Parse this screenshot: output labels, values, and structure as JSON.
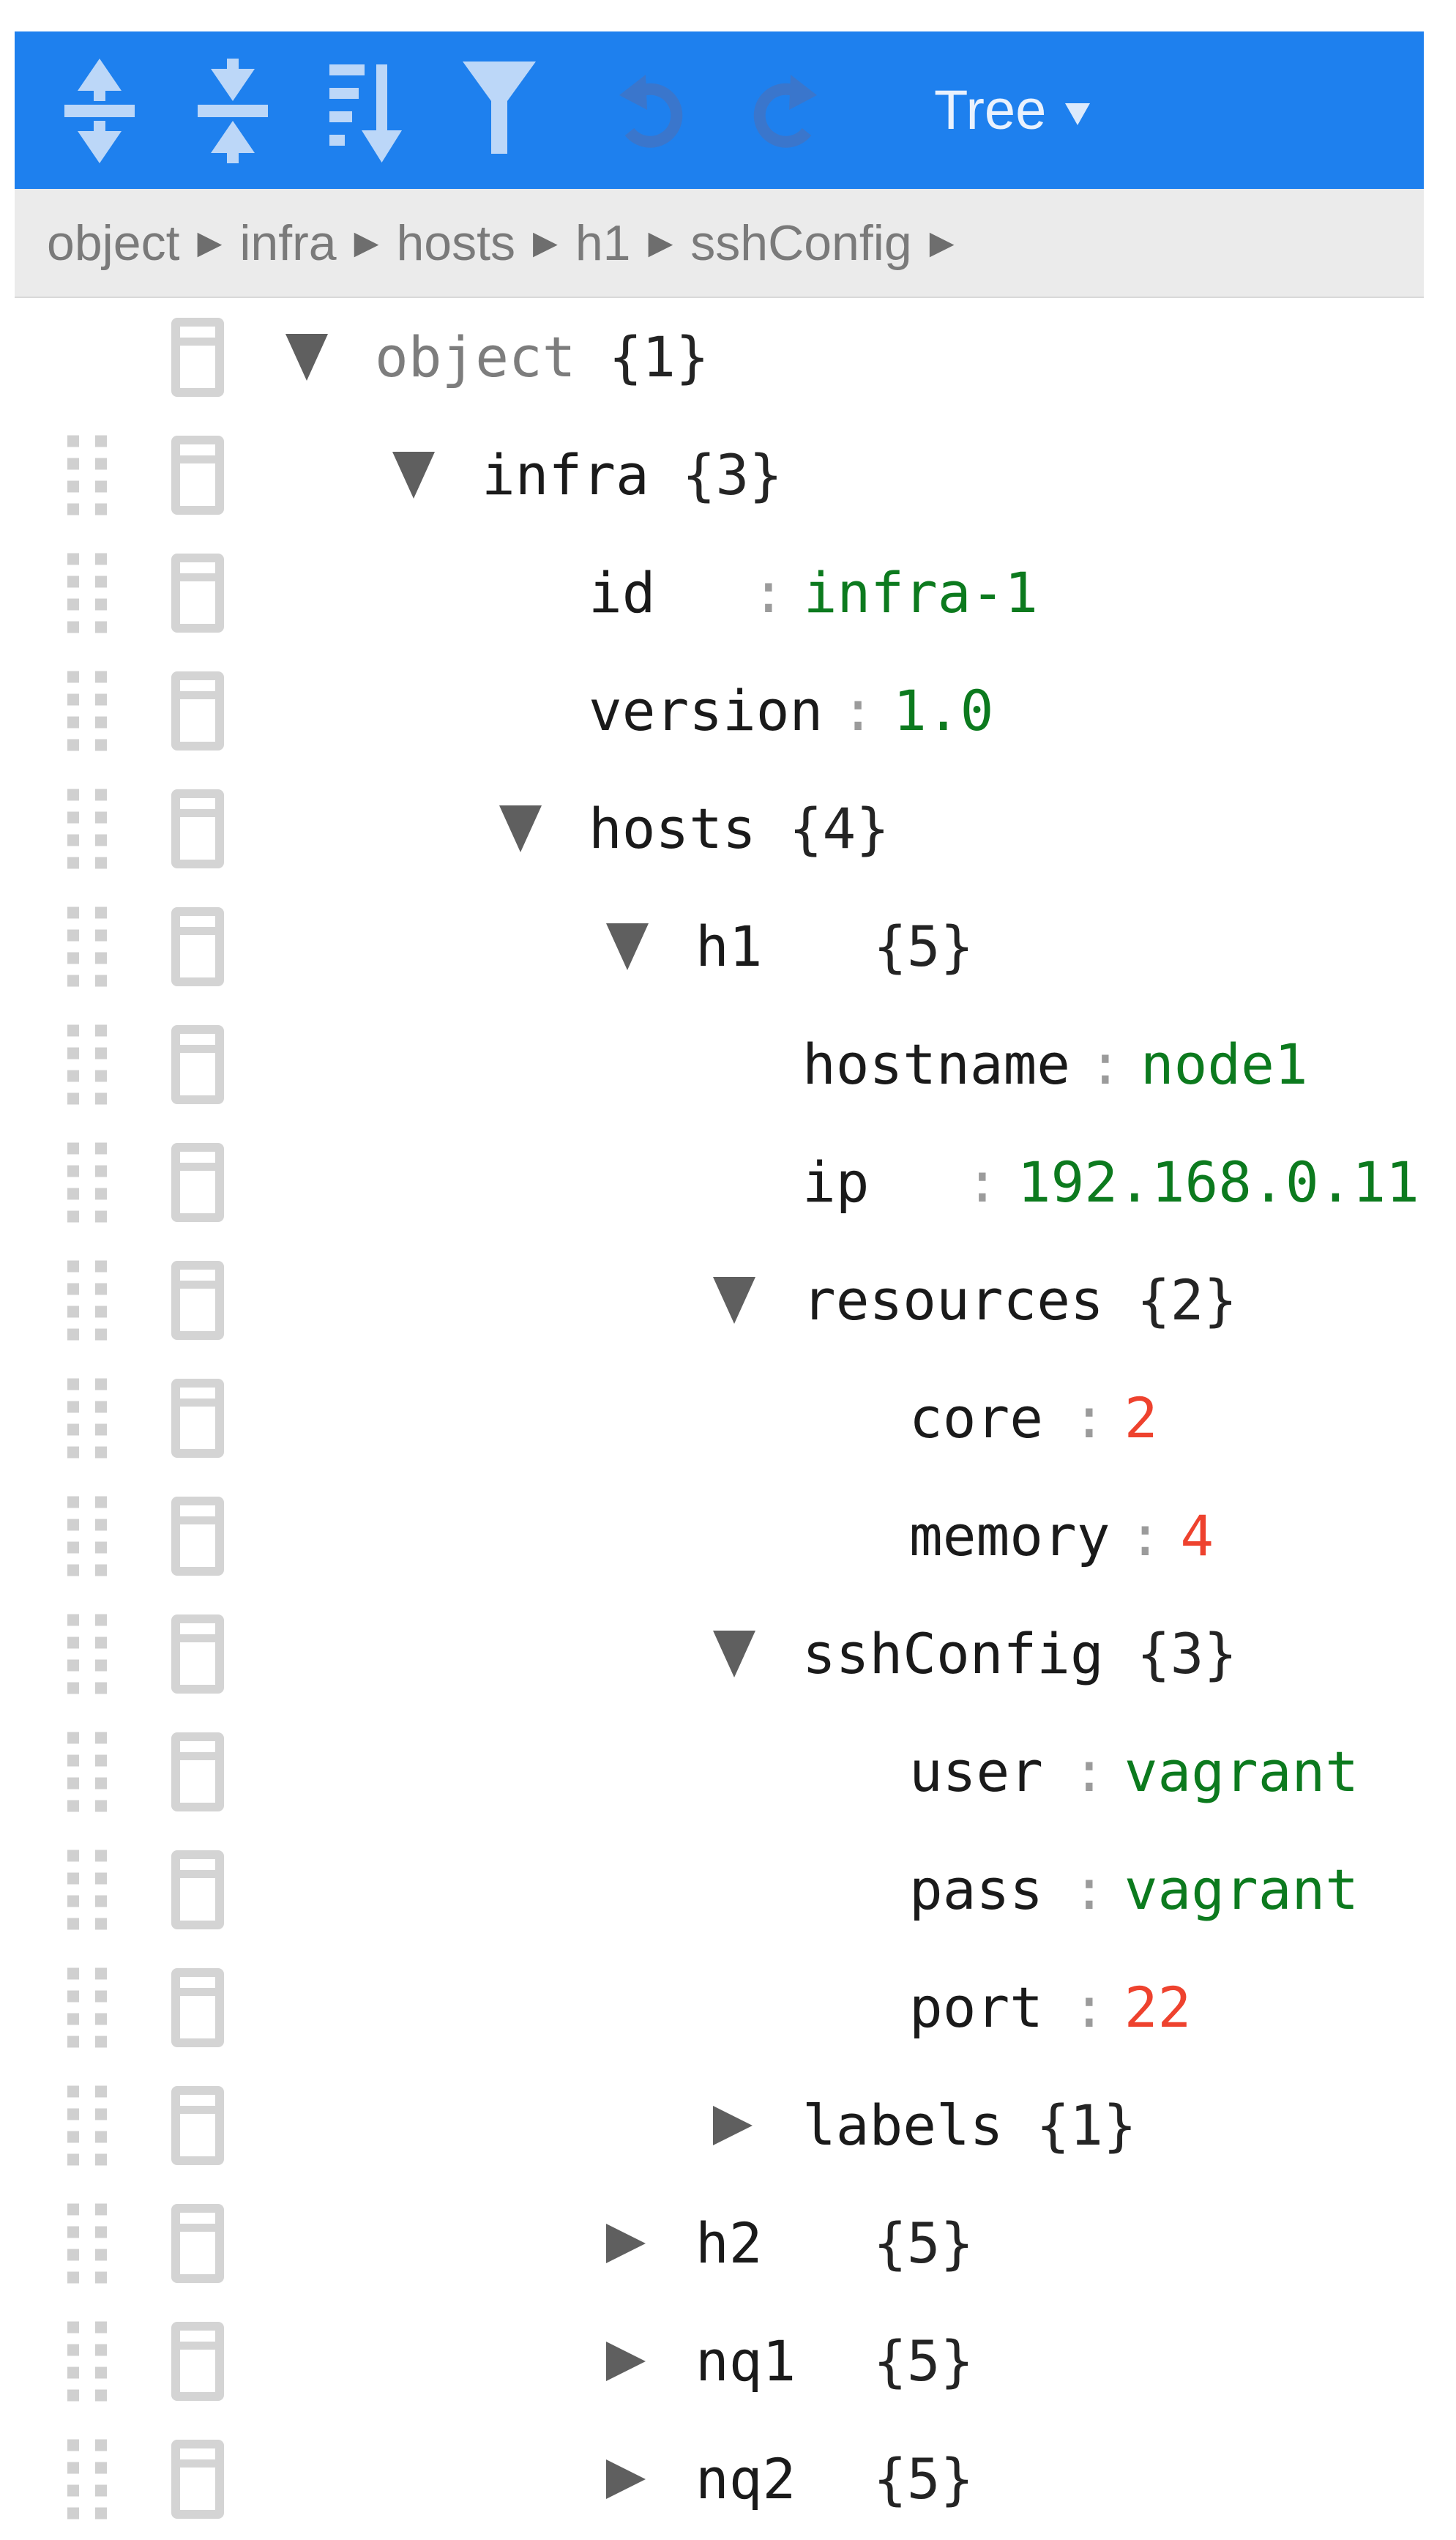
{
  "colors": {
    "toolbar_bg": "#1e80ee",
    "toolbar_icon": "#bcd7f8",
    "toolbar_icon_disabled": "#3a76cc",
    "string_value": "#0c7a1e",
    "number_value": "#ee422e",
    "field_text": "#1a1a1a",
    "root_field_text": "#7d7d7d",
    "breadcrumb_bg": "#ebebeb",
    "breadcrumb_text": "#7a7a7a"
  },
  "toolbar": {
    "icons": [
      "expand-all-icon",
      "collapse-all-icon",
      "sort-icon",
      "filter-transform-icon",
      "undo-icon",
      "redo-icon"
    ],
    "mode_label": "Tree"
  },
  "breadcrumb": {
    "items": [
      "object",
      "infra",
      "hosts",
      "h1",
      "sshConfig"
    ],
    "separator": "▶"
  },
  "tree": {
    "rows": [
      {
        "level": 0,
        "field": "object",
        "type": "object",
        "count": 1,
        "expanded": true,
        "root": true
      },
      {
        "level": 1,
        "field": "infra",
        "type": "object",
        "count": 3,
        "expanded": true
      },
      {
        "level": 2,
        "field": "id",
        "type": "string",
        "value": "infra-1"
      },
      {
        "level": 2,
        "field": "version",
        "type": "string",
        "value": "1.0"
      },
      {
        "level": 2,
        "field": "hosts",
        "type": "object",
        "count": 4,
        "expanded": true
      },
      {
        "level": 3,
        "field": "h1",
        "type": "object",
        "count": 5,
        "expanded": true
      },
      {
        "level": 4,
        "field": "hostname",
        "type": "string",
        "value": "node1"
      },
      {
        "level": 4,
        "field": "ip",
        "type": "string",
        "value": "192.168.0.11"
      },
      {
        "level": 4,
        "field": "resources",
        "type": "object",
        "count": 2,
        "expanded": true
      },
      {
        "level": 5,
        "field": "core",
        "type": "number",
        "value": "2"
      },
      {
        "level": 5,
        "field": "memory",
        "type": "number",
        "value": "4"
      },
      {
        "level": 4,
        "field": "sshConfig",
        "type": "object",
        "count": 3,
        "expanded": true
      },
      {
        "level": 5,
        "field": "user",
        "type": "string",
        "value": "vagrant"
      },
      {
        "level": 5,
        "field": "pass",
        "type": "string",
        "value": "vagrant"
      },
      {
        "level": 5,
        "field": "port",
        "type": "number",
        "value": "22"
      },
      {
        "level": 4,
        "field": "labels",
        "type": "object",
        "count": 1,
        "expanded": false
      },
      {
        "level": 3,
        "field": "h2",
        "type": "object",
        "count": 5,
        "expanded": false
      },
      {
        "level": 3,
        "field": "nq1",
        "type": "object",
        "count": 5,
        "expanded": false
      },
      {
        "level": 3,
        "field": "nq2",
        "type": "object",
        "count": 5,
        "expanded": false
      }
    ]
  }
}
